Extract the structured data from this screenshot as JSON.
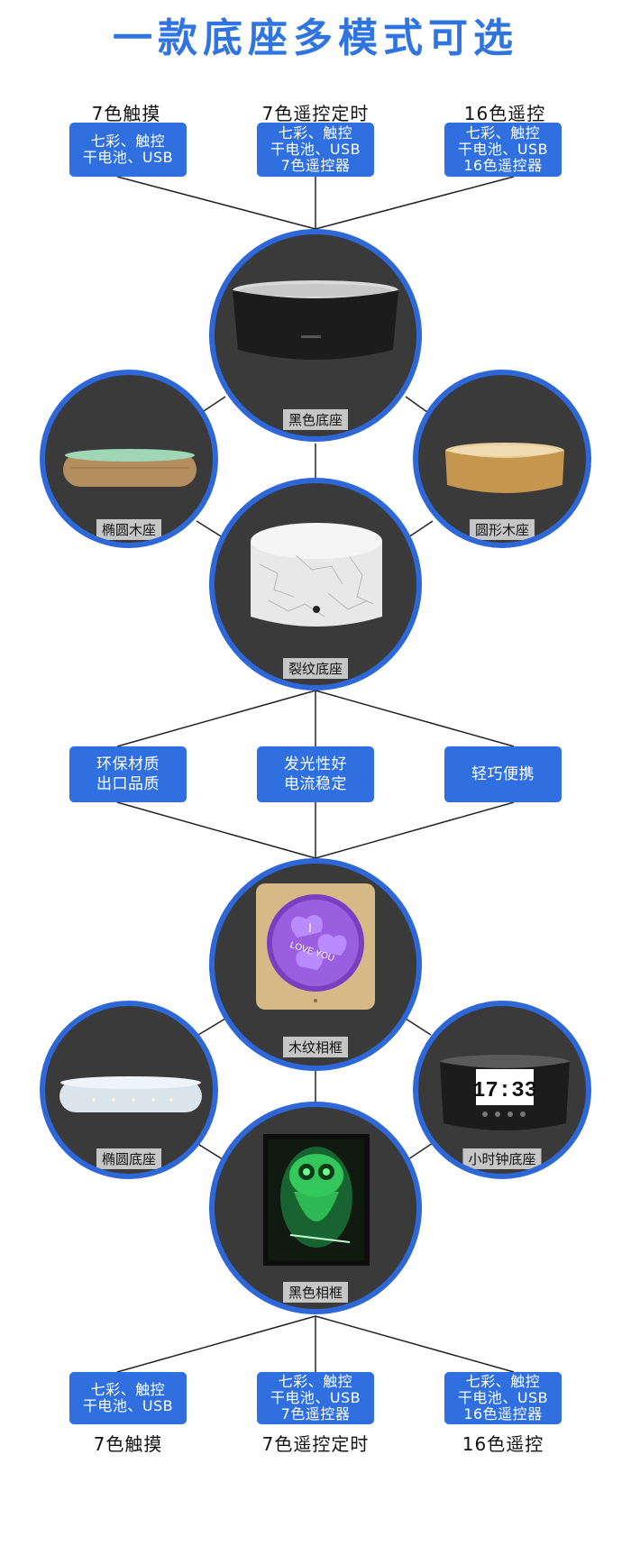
{
  "title": "一款底座多模式可选",
  "top_modes": [
    {
      "label": "7色触摸",
      "lines": [
        "七彩、触控",
        "干电池、USB"
      ]
    },
    {
      "label": "7色遥控定时",
      "lines": [
        "七彩、触控",
        "干电池、USB",
        "7色遥控器"
      ]
    },
    {
      "label": "16色遥控",
      "lines": [
        "七彩、触控",
        "干电池、USB",
        "16色遥控器"
      ]
    }
  ],
  "bases": {
    "top": "黑色底座",
    "left": "椭圆木座",
    "right": "圆形木座",
    "bottom": "裂纹底座"
  },
  "features": [
    {
      "lines": [
        "环保材质",
        "出口品质"
      ]
    },
    {
      "lines": [
        "发光性好",
        "电流稳定"
      ]
    },
    {
      "lines": [
        "轻巧便携"
      ]
    }
  ],
  "frames": {
    "top": "木纹相框",
    "left": "椭圆底座",
    "right": "小时钟底座",
    "bottom": "黑色相框"
  },
  "heart_texts": {
    "i": "I",
    "love_you": "LOVE YOU"
  },
  "clock_display": "17:33",
  "bottom_modes": [
    {
      "label": "7色触摸",
      "lines": [
        "七彩、触控",
        "干电池、USB"
      ]
    },
    {
      "label": "7色遥控定时",
      "lines": [
        "七彩、触控",
        "干电池、USB",
        "7色遥控器"
      ]
    },
    {
      "label": "16色遥控",
      "lines": [
        "七彩、触控",
        "干电池、USB",
        "16色遥控器"
      ]
    }
  ],
  "colors": {
    "accent": "#2f74e0",
    "box": "#2f6fe0",
    "circle_bg": "#3a3a3a",
    "ring": "#2d67d8"
  }
}
